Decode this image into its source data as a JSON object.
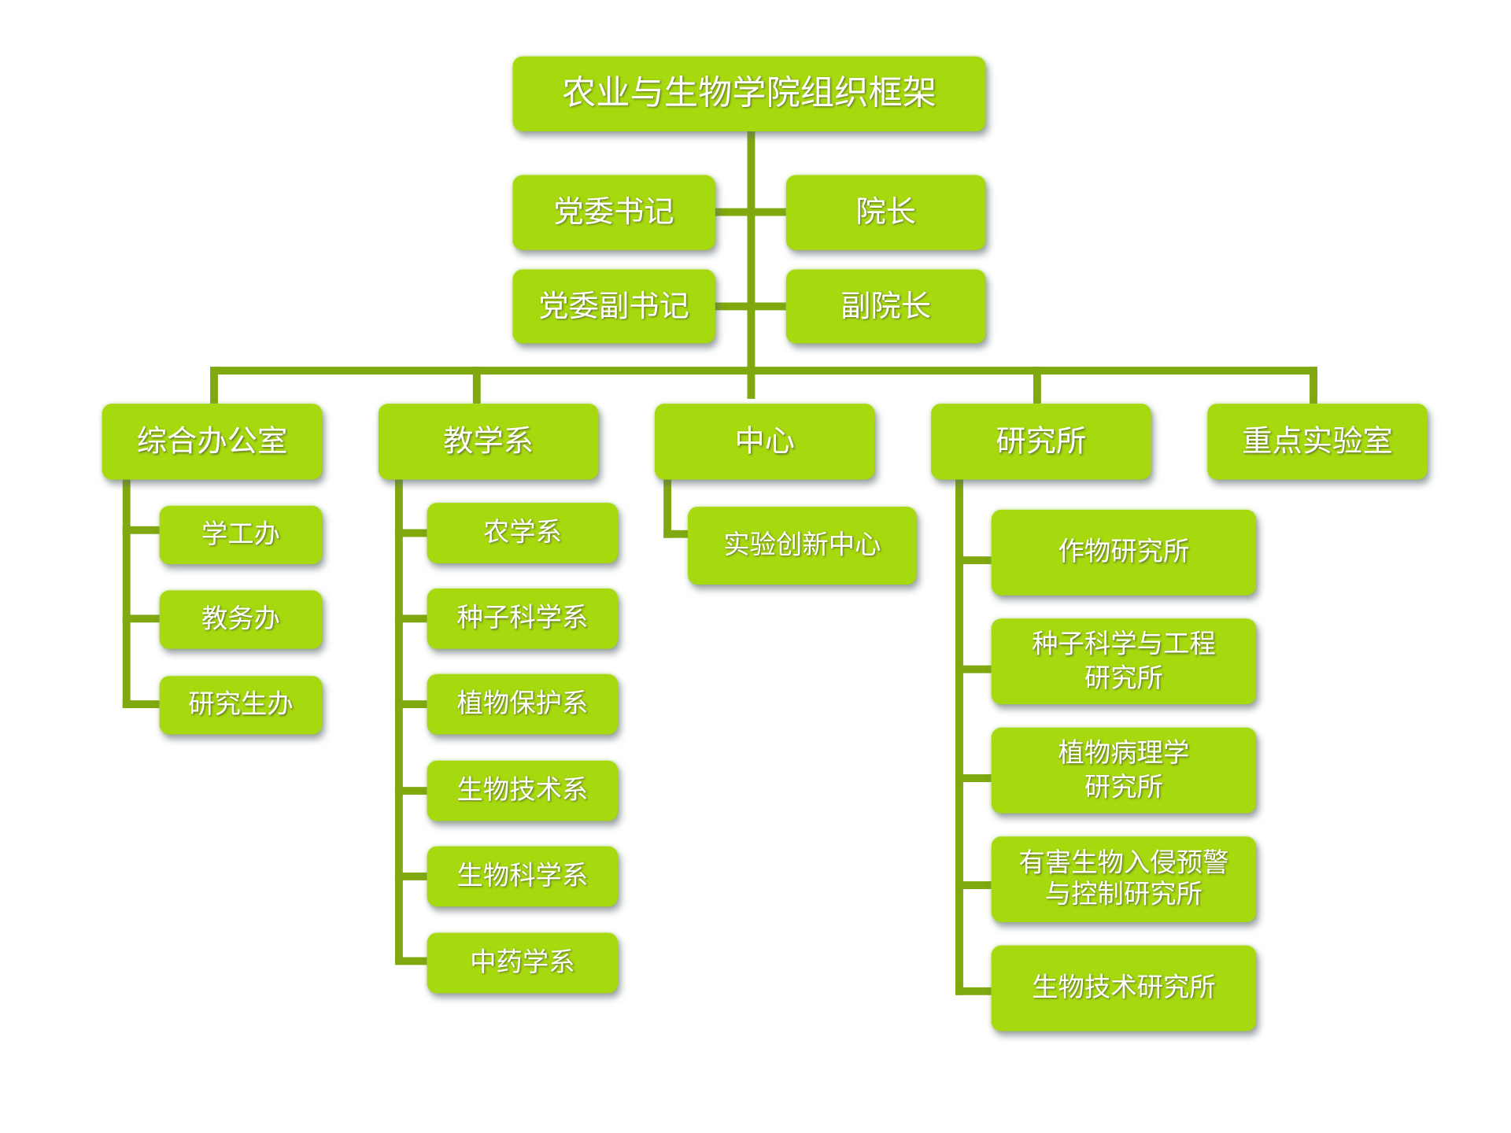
{
  "title": "农业与生物学院组织框架",
  "leaders": [
    "党委书记",
    "院长",
    "党委副书记",
    "副院长"
  ],
  "units": [
    {
      "name": "综合办公室",
      "children": [
        "学工办",
        "教务办",
        "研究生办"
      ]
    },
    {
      "name": "教学系",
      "children": [
        "农学系",
        "种子科学系",
        "植物保护系",
        "生物技术系",
        "生物科学系",
        "中药学系"
      ]
    },
    {
      "name": "中心",
      "children": [
        "实验创新中心"
      ]
    },
    {
      "name": "研究所",
      "children": [
        "作物研究所",
        "种子科学与工程\n研究所",
        "植物病理学\n研究所",
        "有害生物入侵预警\n与控制研究所",
        "生物技术研究所"
      ]
    },
    {
      "name": "重点实验室",
      "children": []
    }
  ],
  "colors": {
    "box": "#a6d90e",
    "line": "#80a80f"
  }
}
